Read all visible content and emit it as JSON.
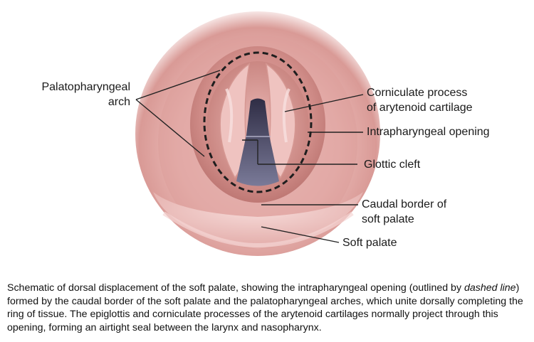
{
  "labels": {
    "palatopharyngeal_line1": "Palatopharyngeal",
    "palatopharyngeal_line2": "arch",
    "corniculate_line1": "Corniculate process",
    "corniculate_line2": "of arytenoid cartilage",
    "intrapharyngeal": "Intrapharyngeal opening",
    "glottic": "Glottic cleft",
    "caudal_line1": "Caudal border of",
    "caudal_line2": "soft palate",
    "soft_palate": "Soft palate"
  },
  "caption": {
    "part1": "Schematic of dorsal displacement of the soft palate, showing the intrapharyngeal opening (outlined by ",
    "italic": "dashed line",
    "part2": ") formed by the caudal border of the soft palate and the palatopharyngeal arches, which unite dorsally completing the ring of tissue. The epiglottis and corniculate processes of the arytenoid cartilages normally project through this opening, forming an airtight seal between the larynx and nasopharynx."
  },
  "colors": {
    "tissue_outer": "#e6b2b0",
    "tissue_mid": "#d8948f",
    "tissue_inner": "#c98580",
    "cleft": "#5b5978",
    "leader_line": "#222222"
  }
}
